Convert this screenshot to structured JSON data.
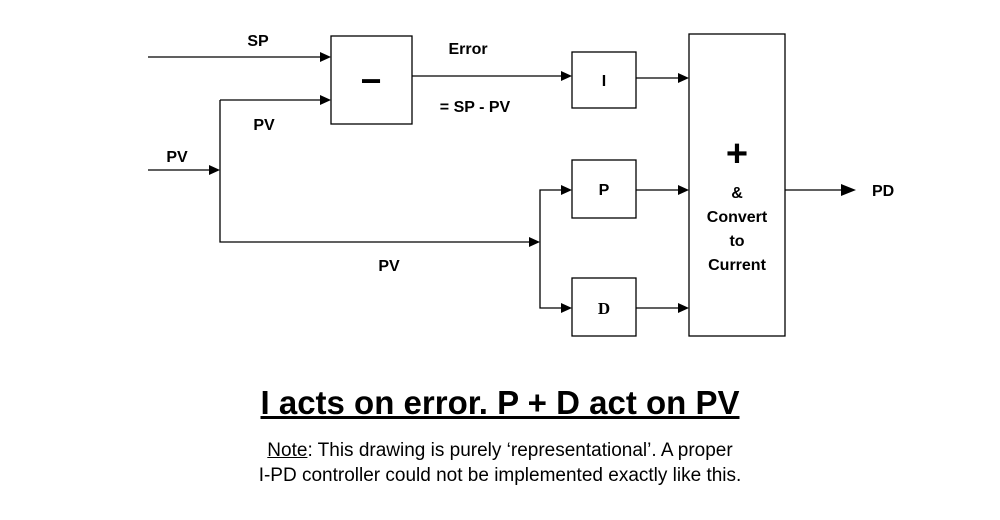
{
  "diagram": {
    "inputs": {
      "sp": "SP",
      "pv": "PV"
    },
    "branch_labels": {
      "pv_upper": "PV",
      "pv_lower": "PV"
    },
    "error": {
      "label": "Error",
      "formula": "= SP - PV"
    },
    "blocks": {
      "subtract": "−",
      "integral": "I",
      "proportional": "P",
      "derivative": "D",
      "sum_symbol": "+",
      "sum_text": [
        "&",
        "Convert",
        "to",
        "Current"
      ]
    },
    "output": "PD"
  },
  "caption": {
    "headline": "I acts on error.  P + D act on PV",
    "note_label": "Note",
    "note_line1_rest": ": This drawing is purely ‘representational’.  A proper",
    "note_line2": "I-PD controller could not be implemented exactly like this."
  }
}
